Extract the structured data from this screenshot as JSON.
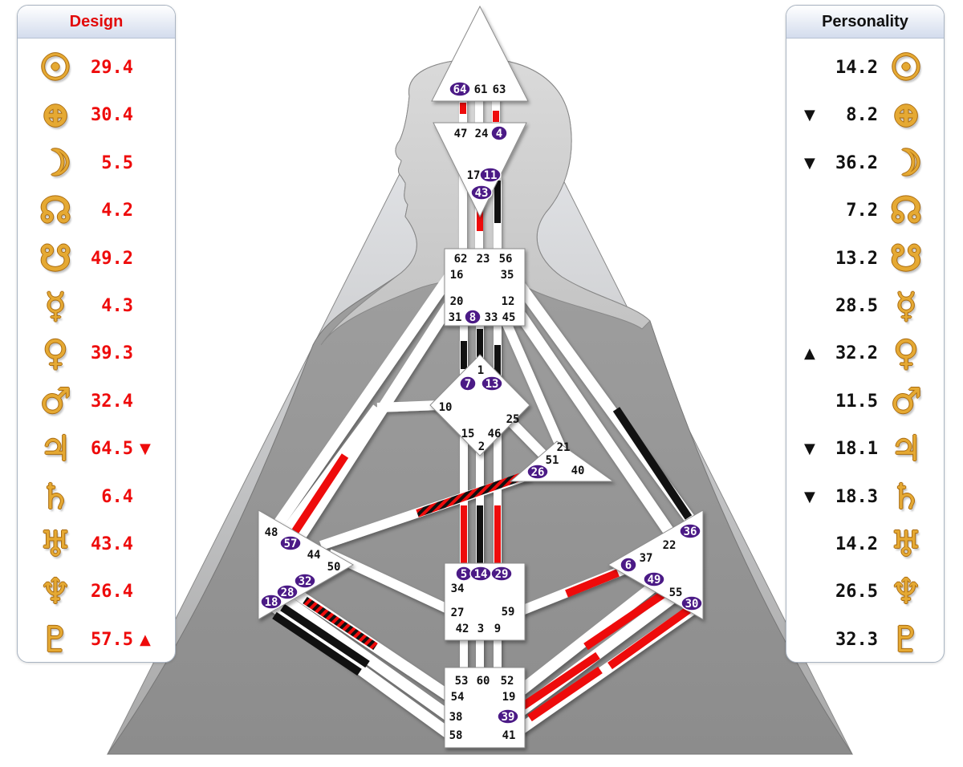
{
  "design": {
    "title": "Design",
    "rows": [
      {
        "planet": "sun-icon",
        "glyph": "☉",
        "value": "29.4",
        "arrow": ""
      },
      {
        "planet": "earth-icon",
        "glyph": "⊕",
        "value": "30.4",
        "arrow": ""
      },
      {
        "planet": "moon-icon",
        "glyph": "☽",
        "value": "5.5",
        "arrow": ""
      },
      {
        "planet": "north-node-icon",
        "glyph": "☊",
        "value": "4.2",
        "arrow": ""
      },
      {
        "planet": "south-node-icon",
        "glyph": "☋",
        "value": "49.2",
        "arrow": ""
      },
      {
        "planet": "mercury-icon",
        "glyph": "☿",
        "value": "4.3",
        "arrow": ""
      },
      {
        "planet": "venus-icon",
        "glyph": "♀",
        "value": "39.3",
        "arrow": ""
      },
      {
        "planet": "mars-icon",
        "glyph": "♂",
        "value": "32.4",
        "arrow": ""
      },
      {
        "planet": "jupiter-icon",
        "glyph": "♃",
        "value": "64.5",
        "arrow": "▼"
      },
      {
        "planet": "saturn-icon",
        "glyph": "♄",
        "value": "6.4",
        "arrow": ""
      },
      {
        "planet": "uranus-icon",
        "glyph": "♅",
        "value": "43.4",
        "arrow": ""
      },
      {
        "planet": "neptune-icon",
        "glyph": "♆",
        "value": "26.4",
        "arrow": ""
      },
      {
        "planet": "pluto-icon",
        "glyph": "♇",
        "value": "57.5",
        "arrow": "▲"
      }
    ]
  },
  "personality": {
    "title": "Personality",
    "rows": [
      {
        "planet": "sun-icon",
        "glyph": "☉",
        "value": "14.2",
        "arrow": ""
      },
      {
        "planet": "earth-icon",
        "glyph": "⊕",
        "value": "8.2",
        "arrow": "▼"
      },
      {
        "planet": "moon-icon",
        "glyph": "☽",
        "value": "36.2",
        "arrow": "▼"
      },
      {
        "planet": "north-node-icon",
        "glyph": "☊",
        "value": "7.2",
        "arrow": ""
      },
      {
        "planet": "south-node-icon",
        "glyph": "☋",
        "value": "13.2",
        "arrow": ""
      },
      {
        "planet": "mercury-icon",
        "glyph": "☿",
        "value": "28.5",
        "arrow": ""
      },
      {
        "planet": "venus-icon",
        "glyph": "♀",
        "value": "32.2",
        "arrow": "▲"
      },
      {
        "planet": "mars-icon",
        "glyph": "♂",
        "value": "11.5",
        "arrow": ""
      },
      {
        "planet": "jupiter-icon",
        "glyph": "♃",
        "value": "18.1",
        "arrow": "▼"
      },
      {
        "planet": "saturn-icon",
        "glyph": "♄",
        "value": "18.3",
        "arrow": "▼"
      },
      {
        "planet": "uranus-icon",
        "glyph": "♅",
        "value": "14.2",
        "arrow": ""
      },
      {
        "planet": "neptune-icon",
        "glyph": "♆",
        "value": "26.5",
        "arrow": ""
      },
      {
        "planet": "pluto-icon",
        "glyph": "♇",
        "value": "32.3",
        "arrow": ""
      }
    ]
  },
  "colors": {
    "design": "#ee0b0b",
    "personality": "#111111",
    "active_gate": "#4b1a86",
    "planet_glyph": "#e5a933"
  },
  "bodygraph": {
    "gates": [
      {
        "n": "64",
        "active": true
      },
      {
        "n": "61",
        "active": false
      },
      {
        "n": "63",
        "active": false
      },
      {
        "n": "47",
        "active": false
      },
      {
        "n": "24",
        "active": false
      },
      {
        "n": "4",
        "active": true
      },
      {
        "n": "17",
        "active": false
      },
      {
        "n": "11",
        "active": true
      },
      {
        "n": "43",
        "active": true
      },
      {
        "n": "62",
        "active": false
      },
      {
        "n": "23",
        "active": false
      },
      {
        "n": "56",
        "active": false
      },
      {
        "n": "16",
        "active": false
      },
      {
        "n": "35",
        "active": false
      },
      {
        "n": "20",
        "active": false
      },
      {
        "n": "12",
        "active": false
      },
      {
        "n": "31",
        "active": false
      },
      {
        "n": "8",
        "active": true
      },
      {
        "n": "33",
        "active": false
      },
      {
        "n": "45",
        "active": false
      },
      {
        "n": "1",
        "active": false
      },
      {
        "n": "7",
        "active": true
      },
      {
        "n": "13",
        "active": true
      },
      {
        "n": "10",
        "active": false
      },
      {
        "n": "25",
        "active": false
      },
      {
        "n": "15",
        "active": false
      },
      {
        "n": "46",
        "active": false
      },
      {
        "n": "2",
        "active": false
      },
      {
        "n": "21",
        "active": false
      },
      {
        "n": "51",
        "active": false
      },
      {
        "n": "26",
        "active": true
      },
      {
        "n": "40",
        "active": false
      },
      {
        "n": "48",
        "active": false
      },
      {
        "n": "57",
        "active": true
      },
      {
        "n": "44",
        "active": false
      },
      {
        "n": "50",
        "active": false
      },
      {
        "n": "32",
        "active": true
      },
      {
        "n": "28",
        "active": true
      },
      {
        "n": "18",
        "active": true
      },
      {
        "n": "36",
        "active": true
      },
      {
        "n": "22",
        "active": false
      },
      {
        "n": "37",
        "active": false
      },
      {
        "n": "6",
        "active": true
      },
      {
        "n": "49",
        "active": true
      },
      {
        "n": "55",
        "active": false
      },
      {
        "n": "30",
        "active": true
      },
      {
        "n": "5",
        "active": true
      },
      {
        "n": "14",
        "active": true
      },
      {
        "n": "29",
        "active": true
      },
      {
        "n": "34",
        "active": false
      },
      {
        "n": "27",
        "active": false
      },
      {
        "n": "59",
        "active": false
      },
      {
        "n": "42",
        "active": false
      },
      {
        "n": "3",
        "active": false
      },
      {
        "n": "9",
        "active": false
      },
      {
        "n": "53",
        "active": false
      },
      {
        "n": "60",
        "active": false
      },
      {
        "n": "52",
        "active": false
      },
      {
        "n": "54",
        "active": false
      },
      {
        "n": "19",
        "active": false
      },
      {
        "n": "38",
        "active": false
      },
      {
        "n": "39",
        "active": true
      },
      {
        "n": "58",
        "active": false
      },
      {
        "n": "41",
        "active": false
      }
    ]
  }
}
